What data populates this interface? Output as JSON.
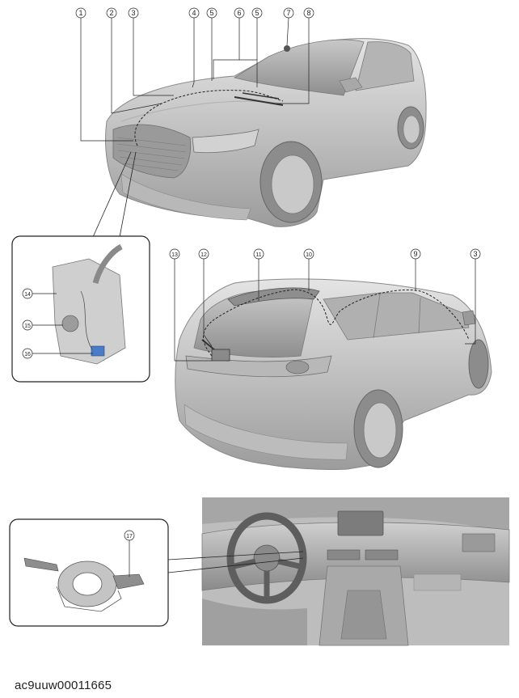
{
  "figure": {
    "id": "ac9uuw00011665",
    "callouts": [
      "1",
      "2",
      "3",
      "4",
      "5",
      "6",
      "5",
      "7",
      "8",
      "9",
      "10",
      "11",
      "12",
      "13",
      "3",
      "14",
      "15",
      "16",
      "17"
    ]
  }
}
